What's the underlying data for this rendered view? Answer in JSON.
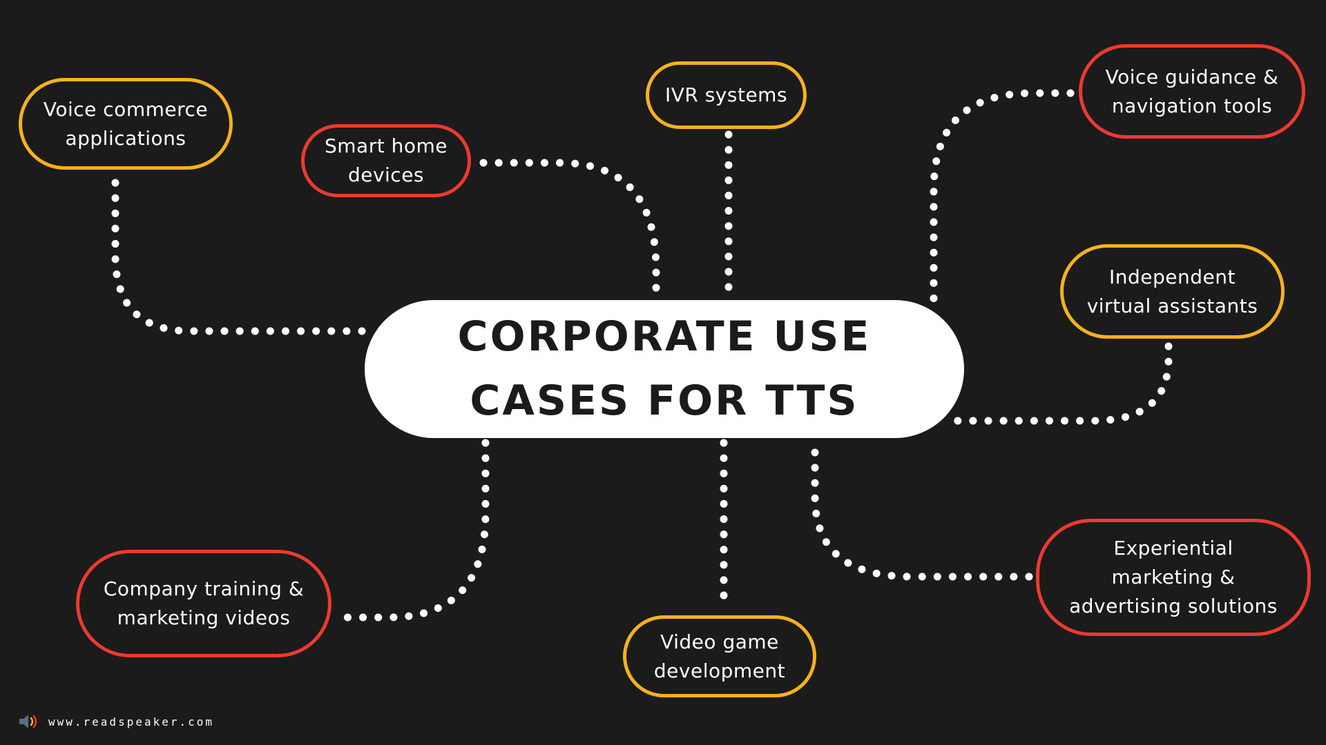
{
  "colors": {
    "background": "#1b1b1b",
    "center_fill": "#ffffff",
    "accent_yellow": "#f5b21e",
    "accent_red": "#ec3a30"
  },
  "center": {
    "line1": "CORPORATE USE",
    "line2": "CASES FOR TTS"
  },
  "nodes": {
    "voice_commerce": {
      "line1": "Voice commerce",
      "line2": "applications",
      "color": "yellow"
    },
    "smart_home": {
      "line1": "Smart home",
      "line2": "devices",
      "color": "red"
    },
    "ivr": {
      "line1": "IVR systems",
      "color": "yellow"
    },
    "voice_guidance": {
      "line1": "Voice guidance &",
      "line2": "navigation tools",
      "color": "red"
    },
    "virtual_assistants": {
      "line1": "Independent",
      "line2": "virtual assistants",
      "color": "yellow"
    },
    "experiential": {
      "line1": "Experiential",
      "line2": "marketing &",
      "line3": "advertising solutions",
      "color": "red"
    },
    "video_game": {
      "line1": "Video game",
      "line2": "development",
      "color": "yellow"
    },
    "company_training": {
      "line1": "Company training &",
      "line2": "marketing videos",
      "color": "red"
    }
  },
  "footer": {
    "icon": "speaker-icon",
    "url": "www.readspeaker.com"
  }
}
